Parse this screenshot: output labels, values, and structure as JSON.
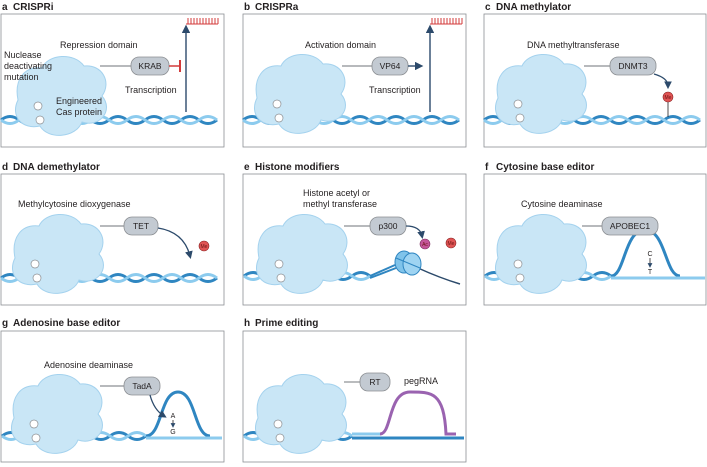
{
  "panels": [
    {
      "letter": "a",
      "title": "CRISPRi",
      "labels": {
        "domain": "Repression domain",
        "tag": "KRAB",
        "transcription": "Transcription",
        "mutation": "Nuclease deactivating mutation",
        "protein": "Engineered Cas protein"
      }
    },
    {
      "letter": "b",
      "title": "CRISPRa",
      "labels": {
        "domain": "Activation domain",
        "tag": "VP64",
        "transcription": "Transcription"
      }
    },
    {
      "letter": "c",
      "title": "DNA methylator",
      "labels": {
        "domain": "DNA methyltransferase",
        "tag": "DNMT3",
        "mark": "Me"
      }
    },
    {
      "letter": "d",
      "title": "DNA demethylator",
      "labels": {
        "domain": "Methylcytosine dioxygenase",
        "tag": "TET",
        "mark": "Me"
      }
    },
    {
      "letter": "e",
      "title": "Histone modifiers",
      "labels": {
        "domain": "Histone acetyl or methyl transferase",
        "domain_line1": "Histone acetyl or",
        "domain_line2": "methyl transferase",
        "tag": "p300",
        "mark1": "Ac",
        "mark2": "Me"
      }
    },
    {
      "letter": "f",
      "title": "Cytosine base editor",
      "labels": {
        "domain": "Cytosine deaminase",
        "tag": "APOBEC1",
        "base_from": "C",
        "base_to": "T"
      }
    },
    {
      "letter": "g",
      "title": "Adenosine base editor",
      "labels": {
        "domain": "Adenosine deaminase",
        "tag": "TadA",
        "base_from": "A",
        "base_to": "G"
      }
    },
    {
      "letter": "h",
      "title": "Prime editing",
      "labels": {
        "tag": "RT",
        "rna": "pegRNA"
      }
    }
  ],
  "colors": {
    "protein": "#c9e6f6",
    "protein_edge": "#9fd0ec",
    "dna_dark": "#2f86c1",
    "dna_light": "#8ccbee",
    "repress": "#d33b3b",
    "mark_fill": "#e05454",
    "histone": "#7fc3ea",
    "peg": "#9a63b0",
    "arrow": "#2c4a6b",
    "tag_fill": "#c3cad2"
  }
}
